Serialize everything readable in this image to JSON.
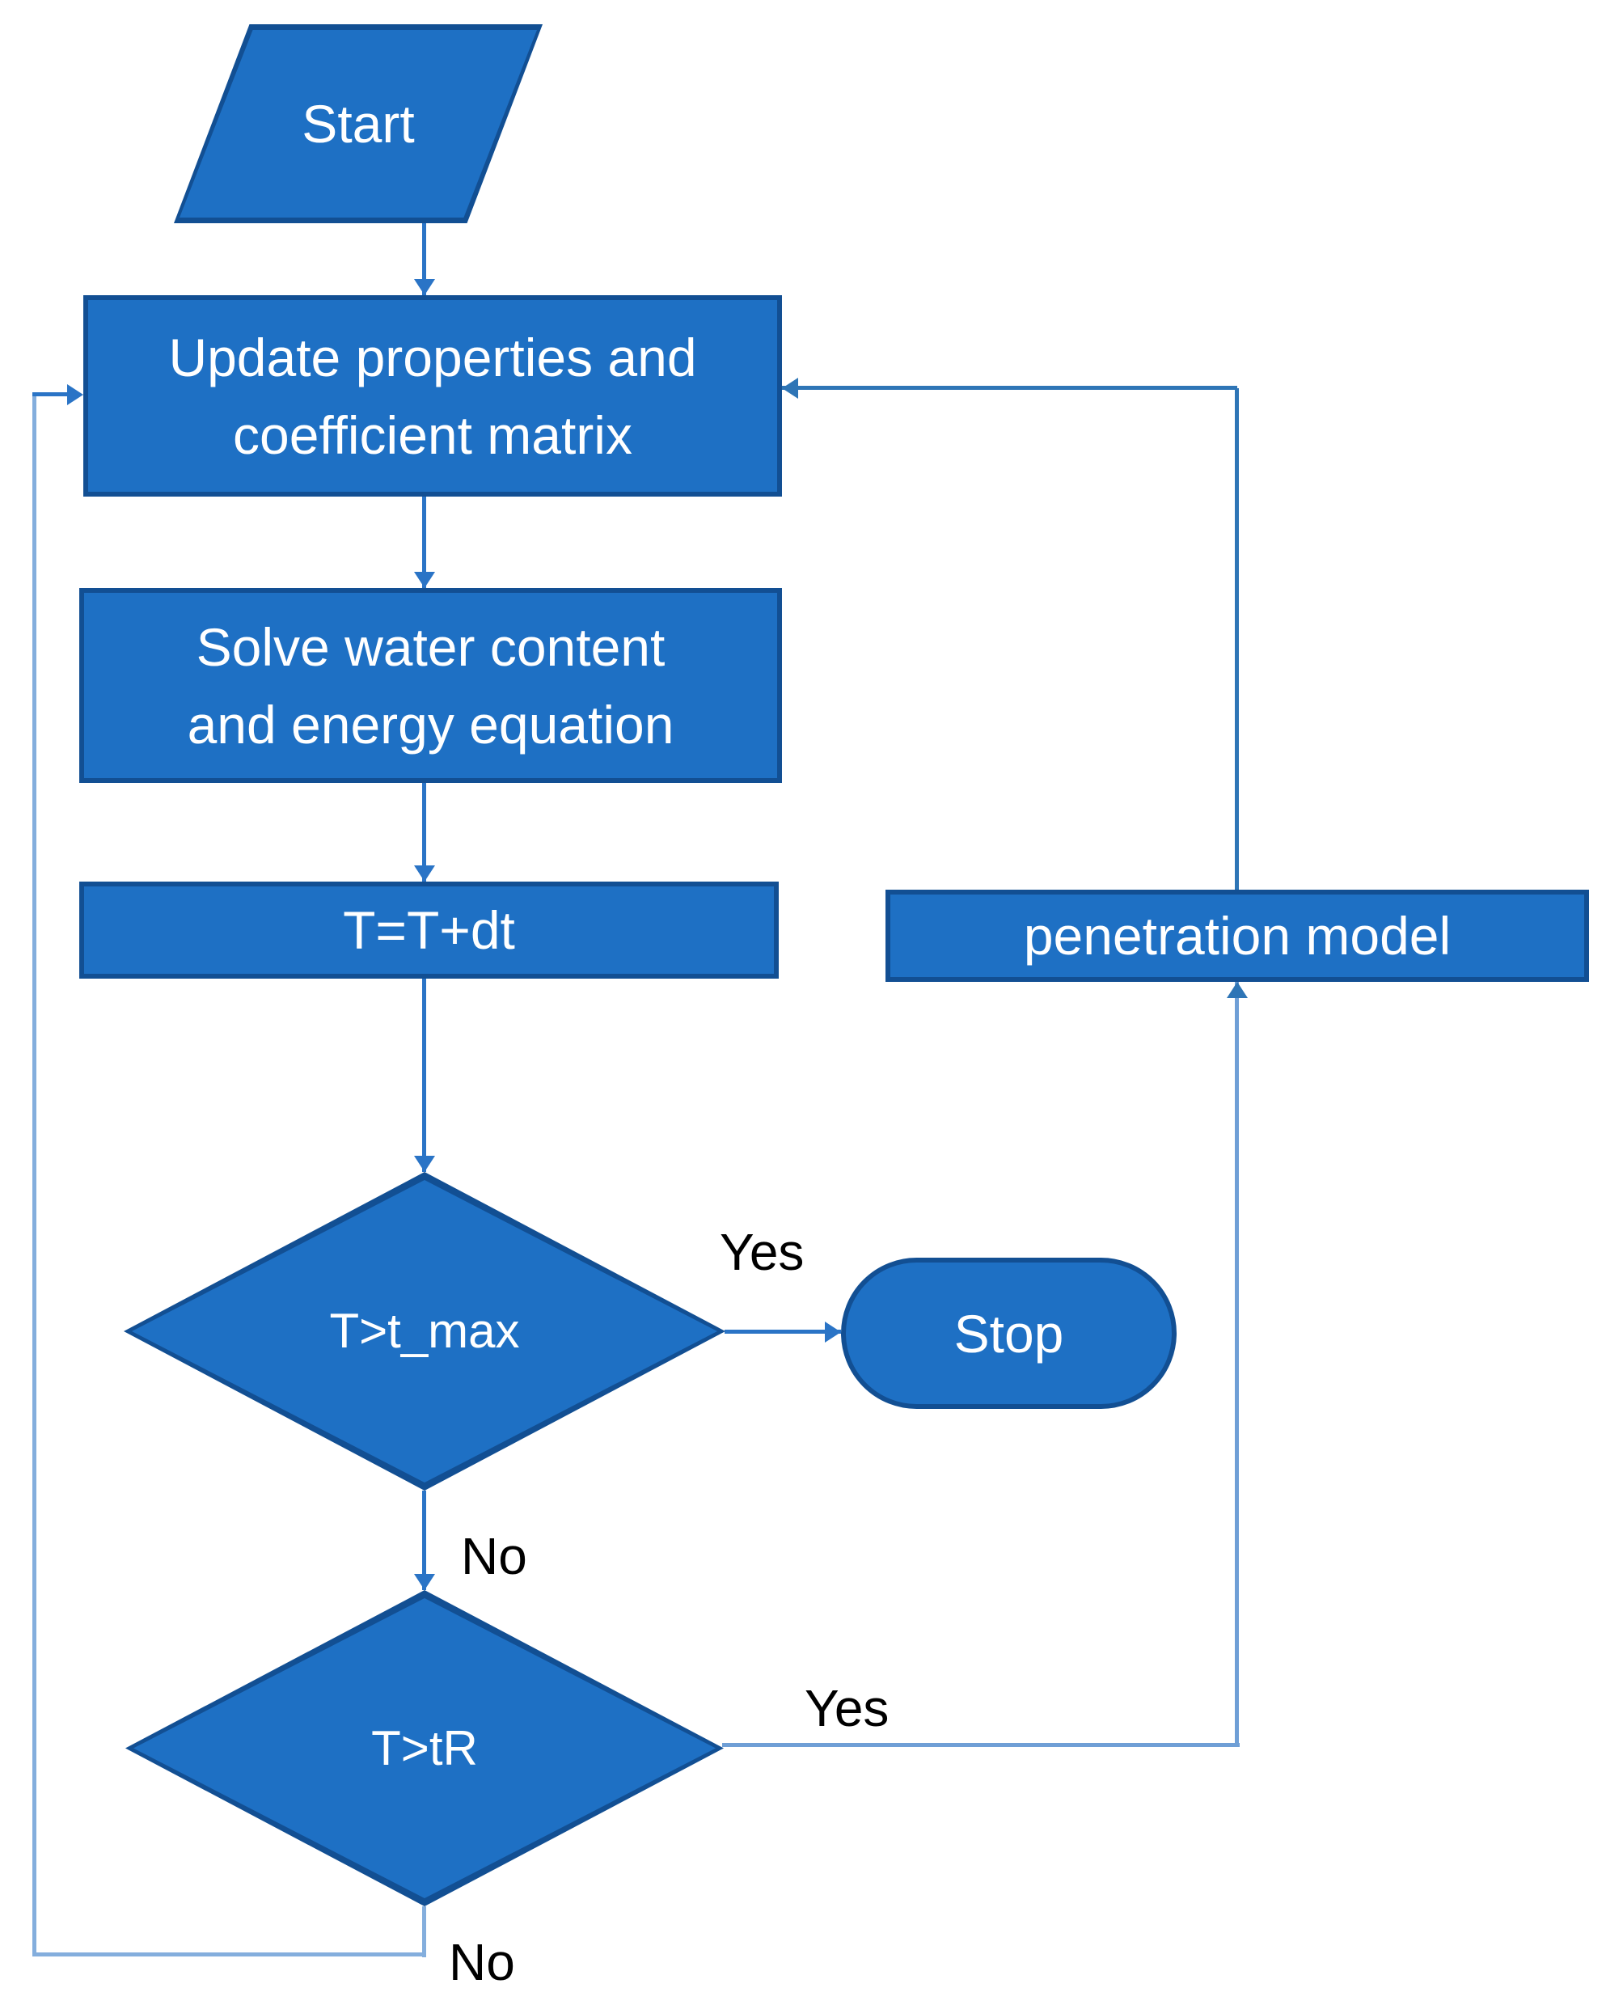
{
  "flowchart": {
    "nodes": {
      "start": {
        "label": "Start",
        "shape": "parallelogram"
      },
      "update": {
        "label": "Update properties and coefficient matrix",
        "lines": [
          "Update properties and",
          "coefficient matrix"
        ],
        "shape": "rectangle"
      },
      "solve": {
        "label": "Solve water content and energy equation",
        "lines": [
          "Solve water content",
          "and energy equation"
        ],
        "shape": "rectangle"
      },
      "increment": {
        "label": "T=T+dt",
        "shape": "rectangle"
      },
      "penetration": {
        "label": "penetration model",
        "shape": "rectangle"
      },
      "check_tmax": {
        "label": "T>t_max",
        "shape": "diamond"
      },
      "check_tr": {
        "label": "T>tR",
        "shape": "diamond"
      },
      "stop": {
        "label": "Stop",
        "shape": "terminator"
      }
    },
    "edge_labels": {
      "tmax_yes": "Yes",
      "tmax_no": "No",
      "tr_yes": "Yes",
      "tr_no": "No"
    },
    "colors": {
      "shape_fill": "#1e70c4",
      "shape_border": "#124f93",
      "shape_text": "#ffffff",
      "connector_main": "#2a74c6",
      "connector_return": "#2e75b6",
      "connector_riser": "#6f9fd6",
      "connector_loop": "#84aedd",
      "edge_label_text": "#000000"
    }
  }
}
